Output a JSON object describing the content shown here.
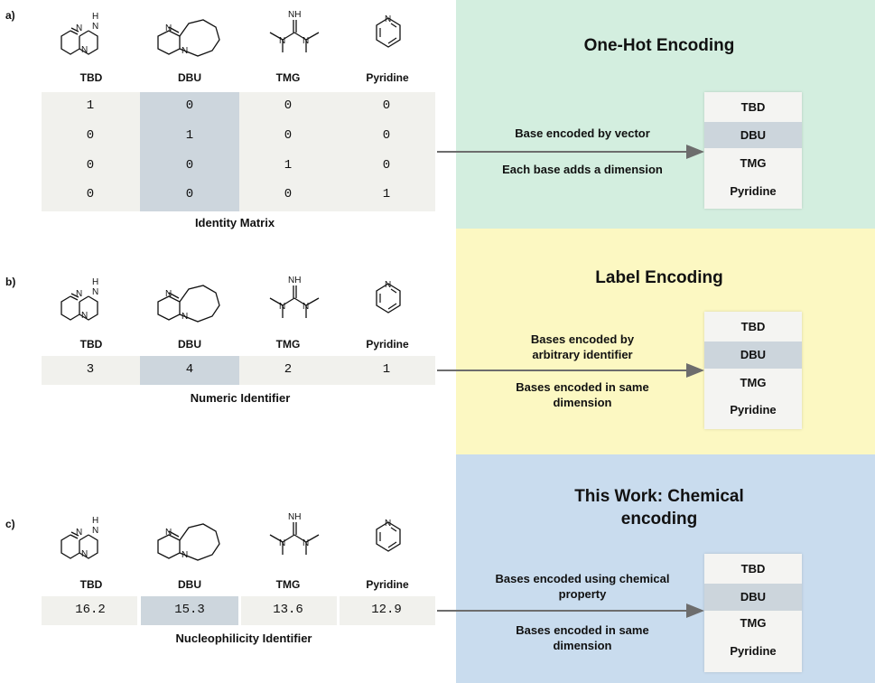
{
  "bases": [
    "TBD",
    "DBU",
    "TMG",
    "Pyridine"
  ],
  "atom_labels": {
    "n": "N",
    "nh": "H",
    "nh_full": "NH"
  },
  "panel_a": {
    "letter": "a)",
    "matrix": [
      [
        "1",
        "0",
        "0",
        "0"
      ],
      [
        "0",
        "1",
        "0",
        "0"
      ],
      [
        "0",
        "0",
        "1",
        "0"
      ],
      [
        "0",
        "0",
        "0",
        "1"
      ]
    ],
    "caption": "Identity Matrix",
    "title": "One-Hot Encoding",
    "desc1": "Base encoded by vector",
    "desc2": "Each base adds a dimension"
  },
  "panel_b": {
    "letter": "b)",
    "values": [
      "3",
      "4",
      "2",
      "1"
    ],
    "caption": "Numeric Identifier",
    "title": "Label Encoding",
    "desc1": "Bases encoded by arbitrary identifier",
    "desc2": "Bases encoded in same dimension"
  },
  "panel_c": {
    "letter": "c)",
    "values": [
      "16.2",
      "15.3",
      "13.6",
      "12.9"
    ],
    "caption": "Nucleophilicity Identifier",
    "title": "This Work: Chemical encoding",
    "desc1": "Bases encoded using chemical property",
    "desc2": "Bases encoded in same dimension"
  },
  "box_items": [
    "TBD",
    "DBU",
    "TMG",
    "Pyridine"
  ],
  "colors": {
    "panel_a_bg": "#d3eedf",
    "panel_b_bg": "#fcf8c2",
    "panel_c_bg": "#c9dcee",
    "highlight": "#cdd6dd",
    "matrix_bg": "#f1f1ed",
    "arrow": "#6d6d6d"
  }
}
